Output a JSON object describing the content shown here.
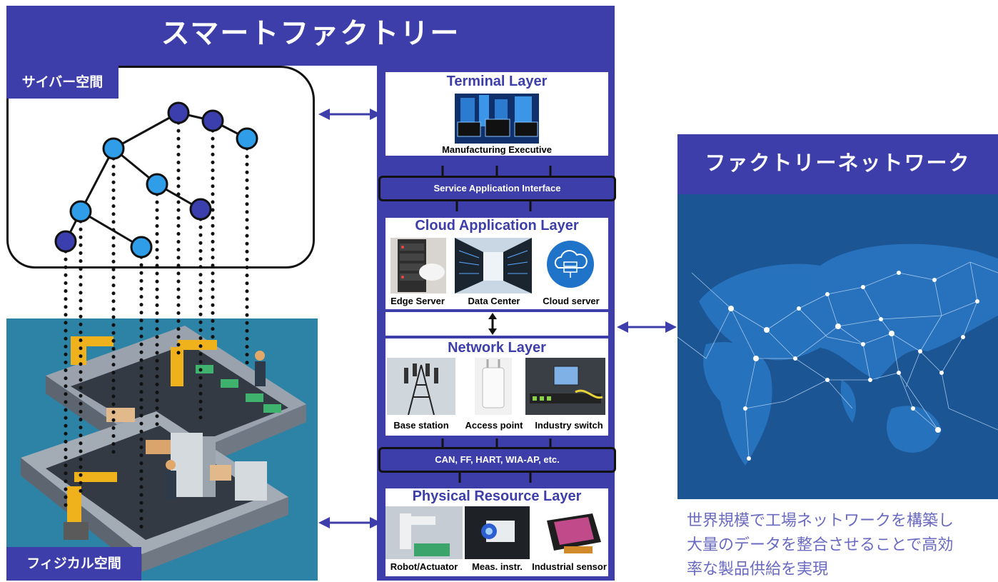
{
  "banner": {
    "title": "スマートファクトリー"
  },
  "cyber_space": {
    "label": "サイバー空間"
  },
  "physical_space": {
    "label": "フィジカル空間"
  },
  "terminal_layer": {
    "title": "Terminal Layer",
    "caption": "Manufacturing Executive"
  },
  "service_bar": {
    "label": "Service Application Interface"
  },
  "cloud_layer": {
    "title": "Cloud Application Layer",
    "items": [
      "Edge Server",
      "Data Center",
      "Cloud server"
    ]
  },
  "network_layer": {
    "title": "Network Layer",
    "items": [
      "Base station",
      "Access point",
      "Industry switch"
    ]
  },
  "protocol_bar": {
    "label": "CAN, FF, HART, WIA-AP, etc."
  },
  "physical_layer": {
    "title": "Physical Resource Layer",
    "items": [
      "Robot/Actuator",
      "Meas. instr.",
      "Industrial sensor"
    ]
  },
  "factory_network": {
    "title": "ファクトリーネットワーク",
    "description_lines": [
      "世界規模で工場ネットワークを構築し",
      "大量のデータを整合させることで高効",
      "率な製品供給を実現"
    ]
  },
  "colors": {
    "brand": "#3d3eaa",
    "node_dark": "#3b3fae",
    "node_light": "#2f9de8",
    "map": "#1c5a97",
    "factory": "#2d83a5"
  }
}
